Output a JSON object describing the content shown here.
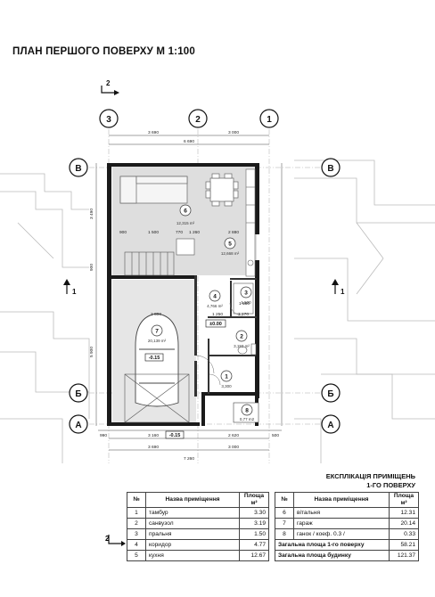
{
  "title": "ПЛАН ПЕРШОГО ПОВЕРХУ    М 1:100",
  "axes": {
    "a3": "3",
    "a2": "2",
    "a1": "1",
    "bv_left": "В",
    "bv_right": "В",
    "bb_left": "Б",
    "bb_right": "Б",
    "ba_left": "А",
    "ba_right": "А"
  },
  "section_marks": {
    "top_2": "2",
    "bottom_2": "2",
    "left_1": "1",
    "right_1": "1"
  },
  "dimensions": {
    "top_3690": "3 690",
    "top_3000": "3 000",
    "top_6690": "6 690",
    "bot_3690": "3 690",
    "bot_3000": "3 000",
    "bot_7260": "7 260",
    "bot_990": "990",
    "bot_3160": "3 160",
    "bot_2620": "2 620",
    "bot_500": "500",
    "left_3490": "3 490",
    "left_5900": "5 900",
    "left_900": "900",
    "int_900": "900",
    "int_1500": "1 500",
    "int_770": "770",
    "int_1260": "1 260",
    "int_2880": "2 880",
    "int_2500": "2 500",
    "int_1250": "1 250",
    "int_1170": "1 170",
    "int_1550": "1 550",
    "lvl_0": "±0.00",
    "lvl_015": "-0.15",
    "lvl_015b": "-0.15"
  },
  "rooms_on_plan": [
    {
      "num": "1",
      "area": "3,300"
    },
    {
      "num": "2",
      "area": "3,193 m²"
    },
    {
      "num": "3",
      "area": "1,500"
    },
    {
      "num": "4",
      "area": "4,766 m²"
    },
    {
      "num": "5",
      "area": "12,668 m²"
    },
    {
      "num": "6",
      "area": "12,315 m²"
    },
    {
      "num": "7",
      "area": "20,139 m²"
    },
    {
      "num": "8",
      "area": "0,77 m2"
    }
  ],
  "spec": {
    "heading_line1": "ЕКСПЛІКАЦІЯ ПРИМІЩЕНЬ",
    "heading_line2": "1-ГО ПОВЕРХУ",
    "col_num": "№",
    "col_name": "Назва приміщення",
    "col_area": "Площа м²",
    "left_rows": [
      {
        "n": "1",
        "name": "тамбур",
        "area": "3.30"
      },
      {
        "n": "2",
        "name": "санвузол",
        "area": "3.19"
      },
      {
        "n": "3",
        "name": "пральня",
        "area": "1.50"
      },
      {
        "n": "4",
        "name": "коридор",
        "area": "4.77"
      },
      {
        "n": "5",
        "name": "кухня",
        "area": "12.67"
      }
    ],
    "right_rows": [
      {
        "n": "6",
        "name": "вітальня",
        "area": "12.31"
      },
      {
        "n": "7",
        "name": "гараж",
        "area": "20.14"
      },
      {
        "n": "8",
        "name": "ганок / коеф. 0.3 /",
        "area": "0.33"
      }
    ],
    "total_floor_label": "Загальна площа 1-го поверху",
    "total_floor_value": "58.21",
    "total_building_label": "Загальна площа будинку",
    "total_building_value": "121.37"
  }
}
